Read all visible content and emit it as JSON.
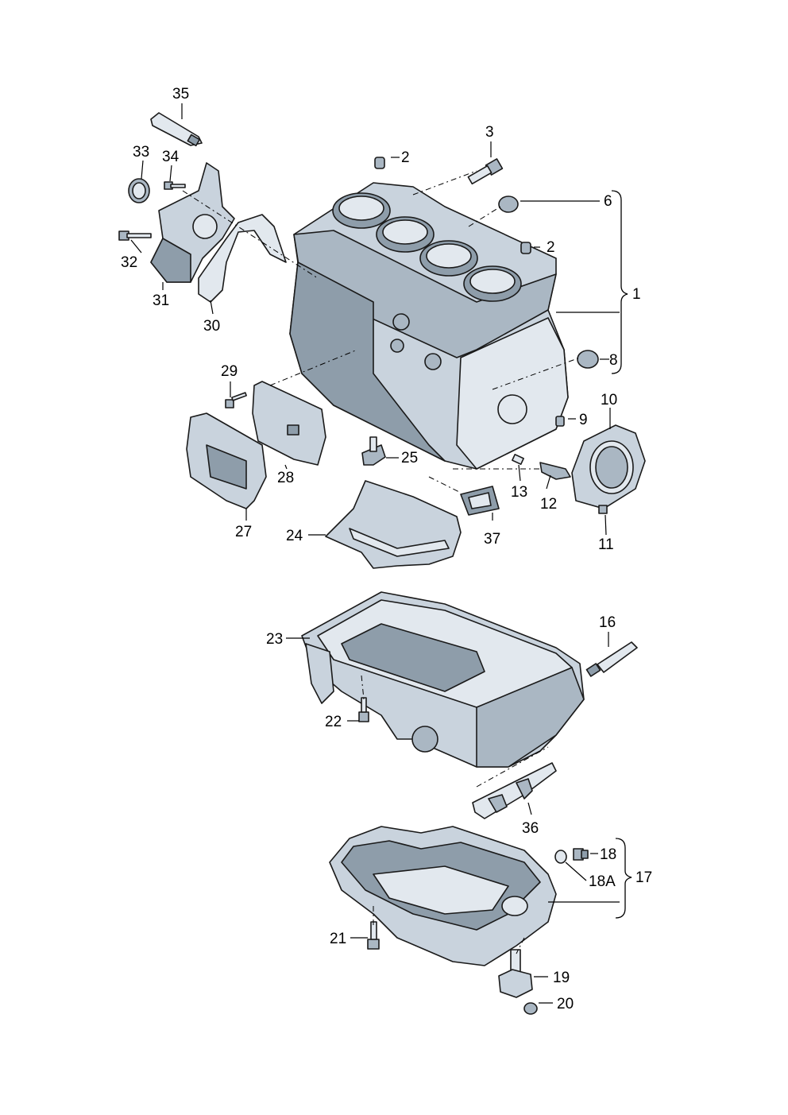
{
  "labels": {
    "p1": "1",
    "p2a": "2",
    "p2b": "2",
    "p3": "3",
    "p6": "6",
    "p8": "8",
    "p9": "9",
    "p10": "10",
    "p11": "11",
    "p12": "12",
    "p13": "13",
    "p16": "16",
    "p17": "17",
    "p18": "18",
    "p18a": "18A",
    "p19": "19",
    "p20": "20",
    "p21": "21",
    "p22": "22",
    "p23": "23",
    "p24": "24",
    "p25": "25",
    "p27": "27",
    "p28": "28",
    "p29": "29",
    "p30": "30",
    "p31": "31",
    "p32": "32",
    "p33": "33",
    "p34": "34",
    "p35": "35",
    "p36": "36",
    "p37": "37"
  },
  "colors": {
    "part_fill": "#c9d3dd",
    "part_shadow": "#8e9daa",
    "part_highlight": "#e2e8ee",
    "outline": "#1a1a1a"
  }
}
